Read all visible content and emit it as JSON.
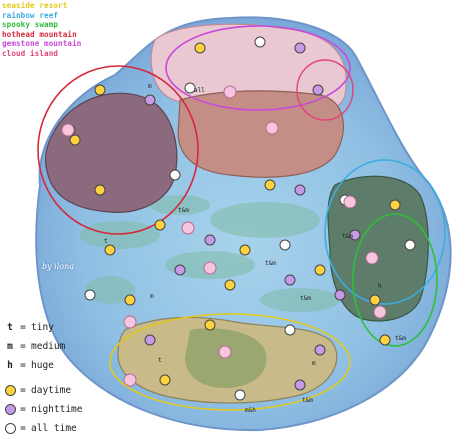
{
  "regions": [
    {
      "name": "seaside resort",
      "color": "#e3c91a"
    },
    {
      "name": "rainbow reef",
      "color": "#3aaee0"
    },
    {
      "name": "spooky swamp",
      "color": "#2fbf3a"
    },
    {
      "name": "hothead mountain",
      "color": "#d6283a"
    },
    {
      "name": "gemstone mountain",
      "color": "#c84ad8"
    },
    {
      "name": "cloud island",
      "color": "#e0447a"
    }
  ],
  "legend": {
    "sizes": [
      {
        "letter": "t",
        "label": "tiny"
      },
      {
        "letter": "m",
        "label": "medium"
      },
      {
        "letter": "h",
        "label": "huge"
      }
    ],
    "times": [
      {
        "icon": "daytime-icon",
        "label": "daytime",
        "color": "#ffd23e"
      },
      {
        "icon": "nighttime-icon",
        "label": "nighttime",
        "color": "#c79ae8"
      },
      {
        "icon": "alltime-icon",
        "label": "all time",
        "color": "#ffffff"
      }
    ]
  },
  "credit": "by ilona",
  "spot_labels": [
    "t",
    "m",
    "h",
    "t&m",
    "m&h",
    "all"
  ]
}
